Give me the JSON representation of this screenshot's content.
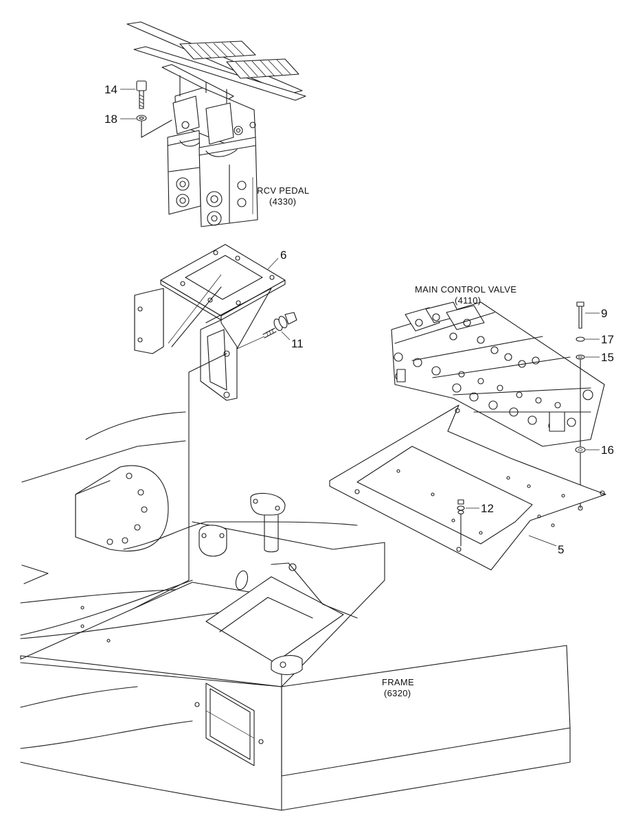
{
  "components": {
    "rcv_pedal": {
      "name": "RCV PEDAL",
      "code": "(4330)"
    },
    "main_control_valve": {
      "name": "MAIN CONTROL VALVE",
      "code": "(4110)"
    },
    "frame": {
      "name": "FRAME",
      "code": "(6320)"
    }
  },
  "callouts": {
    "c14": "14",
    "c18": "18",
    "c6": "6",
    "c11": "11",
    "c9": "9",
    "c17": "17",
    "c15": "15",
    "c16": "16",
    "c12": "12",
    "c5": "5"
  },
  "colors": {
    "line": "#1a1a1a",
    "background": "#ffffff"
  }
}
